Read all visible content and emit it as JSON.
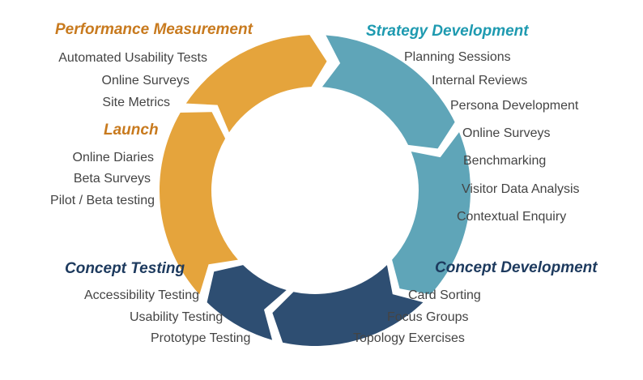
{
  "colors": {
    "orange": "#E5A43C",
    "orange_title": "#C87A1E",
    "teal": "#5FA5B8",
    "teal_title": "#1E9AB0",
    "navy": "#2E4E72",
    "navy_title": "#1D3A5E",
    "text": "#444444"
  },
  "stages": {
    "performance": {
      "title": "Performance Measurement",
      "items": [
        "Automated Usability Tests",
        "Online Surveys",
        "Site Metrics"
      ]
    },
    "launch": {
      "title": "Launch",
      "items": [
        "Online Diaries",
        "Beta Surveys",
        "Pilot / Beta testing"
      ]
    },
    "strategy": {
      "title": "Strategy Development",
      "items": [
        "Planning Sessions",
        "Internal Reviews",
        "Persona Development",
        "Online Surveys",
        "Benchmarking",
        "Visitor Data Analysis",
        "Contextual Enquiry"
      ]
    },
    "concept_testing": {
      "title": "Concept Testing",
      "items": [
        "Accessibility Testing",
        "Usability Testing",
        "Prototype Testing"
      ]
    },
    "concept_development": {
      "title": "Concept Development",
      "items": [
        "Card Sorting",
        "Focus Groups",
        "Topology Exercises"
      ]
    }
  }
}
